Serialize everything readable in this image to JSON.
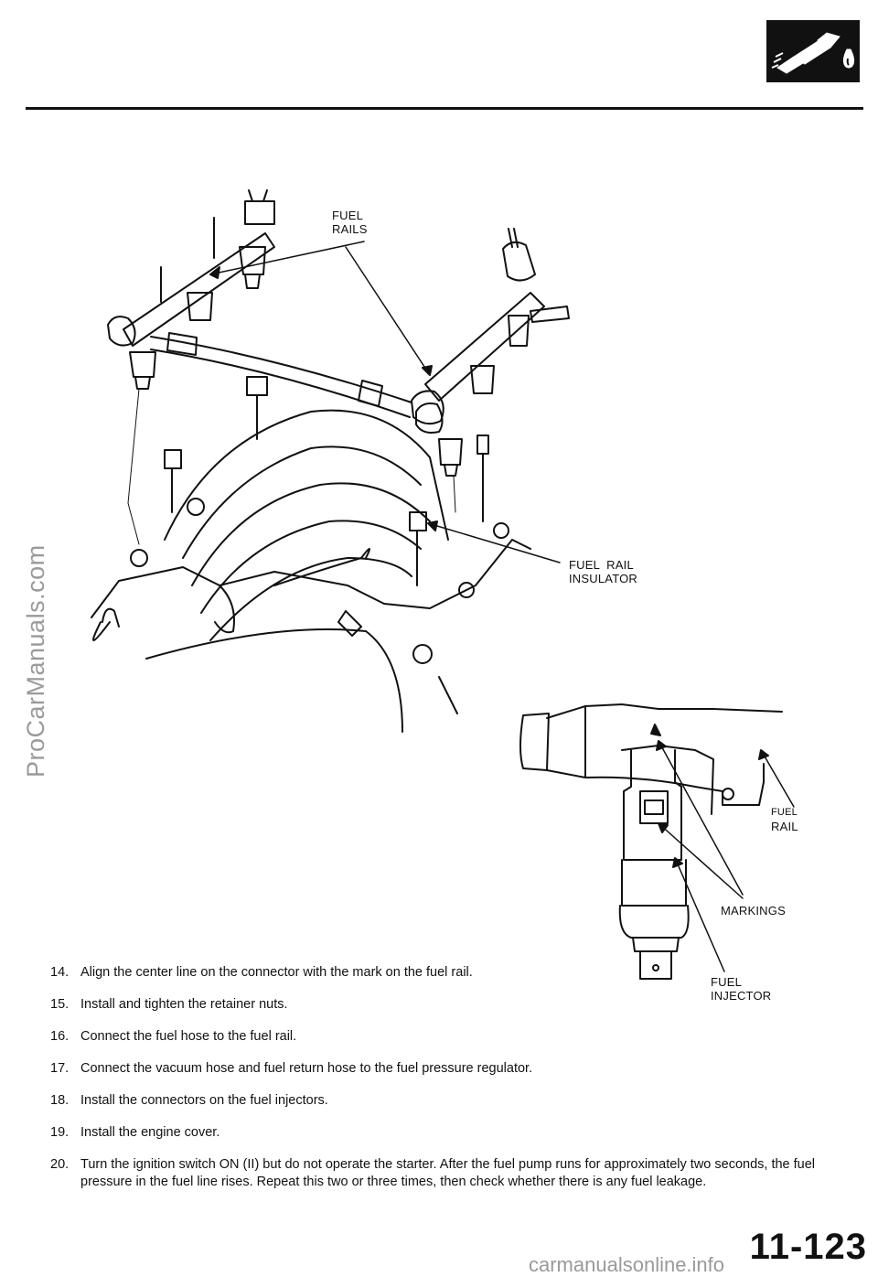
{
  "header": {
    "icon": "fuel-nozzle-icon"
  },
  "watermarks": {
    "side": "ProCarManuals.com",
    "bottom": "carmanualsonline.info"
  },
  "diagram": {
    "labels": {
      "fuel_rails": [
        "FUEL",
        "RAILS"
      ],
      "fuel_rail_insulator": [
        "FUEL  RAIL",
        "INSULATOR"
      ],
      "fuel_rail": [
        "FUEL",
        "RAIL"
      ],
      "markings": "MARKINGS",
      "fuel_injector": [
        "FUEL",
        "INJECTOR"
      ]
    }
  },
  "steps": [
    {
      "num": "14.",
      "text": "Align the center line on the connector with the mark on the fuel rail."
    },
    {
      "num": "15.",
      "text": "Install and tighten the retainer nuts."
    },
    {
      "num": "16.",
      "text": "Connect the fuel hose to the fuel rail."
    },
    {
      "num": "17.",
      "text": "Connect the vacuum hose and fuel return hose to the fuel pressure regulator."
    },
    {
      "num": "18.",
      "text": "Install the connectors on the fuel injectors."
    },
    {
      "num": "19.",
      "text": "Install the engine cover."
    },
    {
      "num": "20.",
      "text": "Turn the ignition switch ON (II) but do not operate the starter. After the fuel pump runs for approximately two seconds, the fuel pressure in the fuel line rises. Repeat this two or three times, then check whether there is any fuel leakage."
    }
  ],
  "page_number": "11-123"
}
